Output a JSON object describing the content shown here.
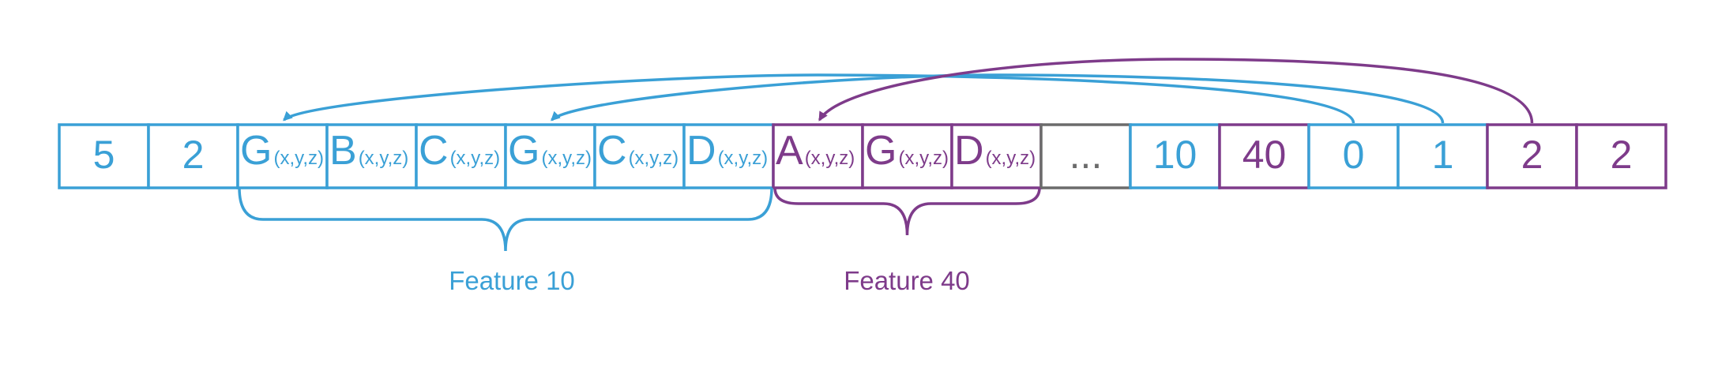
{
  "colors": {
    "blue": "#3aa0d6",
    "purple": "#7e3b8a",
    "gray": "#6b6b6b"
  },
  "cells": [
    {
      "main": "5",
      "sub": "",
      "color": "blue"
    },
    {
      "main": "2",
      "sub": "",
      "color": "blue"
    },
    {
      "main": "G",
      "sub": "(x,y,z)",
      "color": "blue"
    },
    {
      "main": "B",
      "sub": "(x,y,z)",
      "color": "blue"
    },
    {
      "main": "C",
      "sub": "(x,y,z)",
      "color": "blue"
    },
    {
      "main": "G",
      "sub": "(x,y,z)",
      "color": "blue"
    },
    {
      "main": "C",
      "sub": "(x,y,z)",
      "color": "blue"
    },
    {
      "main": "D",
      "sub": "(x,y,z)",
      "color": "blue"
    },
    {
      "main": "A",
      "sub": "(x,y,z)",
      "color": "purple"
    },
    {
      "main": "G",
      "sub": "(x,y,z)",
      "color": "purple"
    },
    {
      "main": "D",
      "sub": "(x,y,z)",
      "color": "purple"
    },
    {
      "main": "...",
      "sub": "",
      "color": "gray"
    },
    {
      "main": "10",
      "sub": "",
      "color": "blue"
    },
    {
      "main": "40",
      "sub": "",
      "color": "purple"
    },
    {
      "main": "0",
      "sub": "",
      "color": "blue"
    },
    {
      "main": "1",
      "sub": "",
      "color": "blue"
    },
    {
      "main": "2",
      "sub": "",
      "color": "purple"
    },
    {
      "main": "2",
      "sub": "",
      "color": "purple"
    }
  ],
  "features": [
    {
      "label": "Feature 10",
      "color": "blue"
    },
    {
      "label": "Feature 40",
      "color": "purple"
    }
  ],
  "arrows": [
    {
      "from_cell": 14,
      "to_cell": 2,
      "color": "blue"
    },
    {
      "from_cell": 15,
      "to_cell": 5,
      "color": "blue"
    },
    {
      "from_cell": 16,
      "to_cell": 8,
      "color": "purple"
    }
  ]
}
